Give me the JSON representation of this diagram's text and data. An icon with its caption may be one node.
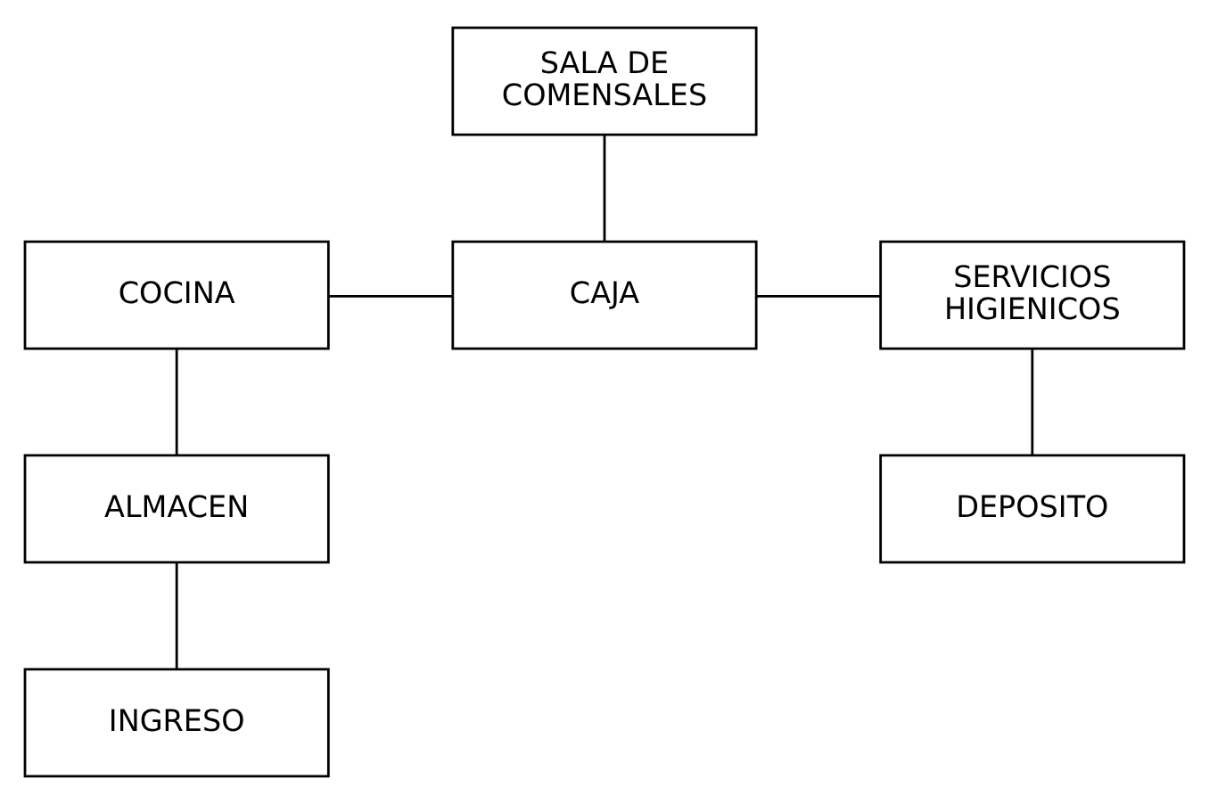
{
  "diagram": {
    "nodes": [
      {
        "text": [
          "SALA DE COMENSALES"
        ]
      },
      {
        "text": [
          "COCINA"
        ]
      },
      {
        "text": [
          "CAJA"
        ]
      },
      {
        "text": [
          "SERVICIOS HIGIENICOS"
        ]
      },
      {
        "text": [
          "ALMACEN"
        ]
      },
      {
        "text": [
          "DEPOSITO"
        ]
      },
      {
        "text": [
          "INGRESO"
        ]
      }
    ],
    "edges": [
      {
        "from": 0,
        "to": 2,
        "arrow": "none"
      },
      {
        "from": 1,
        "to": 2,
        "arrow": "none"
      },
      {
        "from": 2,
        "to": 3,
        "arrow": "none"
      },
      {
        "from": 1,
        "to": 4,
        "arrow": "none"
      },
      {
        "from": 3,
        "to": 5,
        "arrow": "none"
      },
      {
        "from": 4,
        "to": 6,
        "arrow": "none"
      }
    ]
  }
}
